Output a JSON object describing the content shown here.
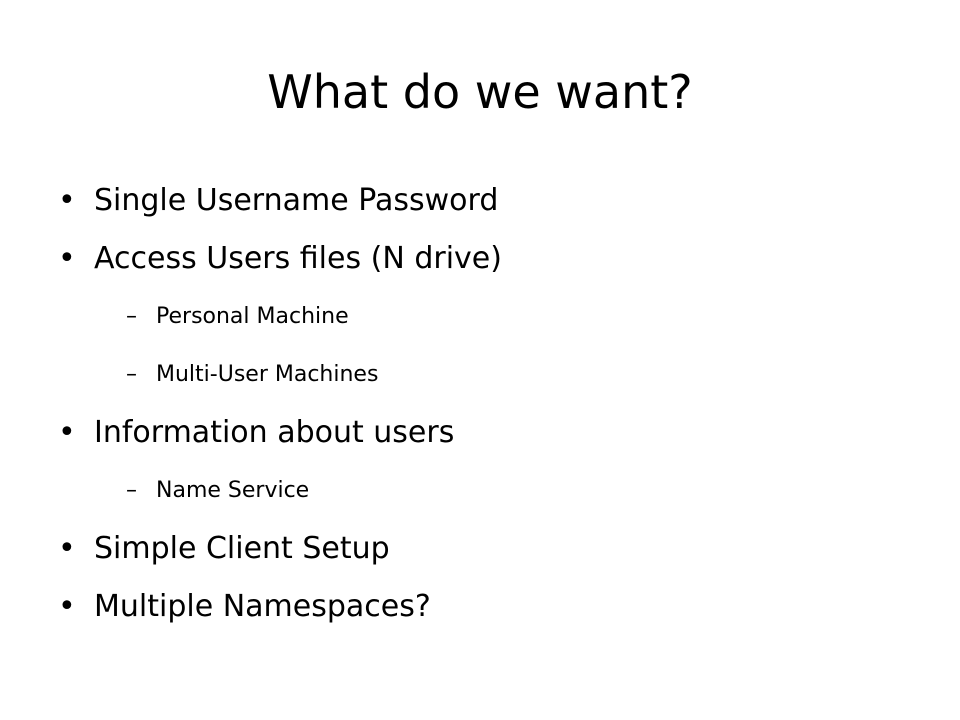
{
  "slide": {
    "title": "What do we want?",
    "bullet_glyph": "•",
    "sub_bullet_glyph": "–",
    "items": [
      {
        "level": 1,
        "text": "Single Username Password"
      },
      {
        "level": 1,
        "text": "Access Users files (N drive)"
      },
      {
        "level": 2,
        "text": "Personal Machine"
      },
      {
        "level": 2,
        "text": "Multi-User Machines"
      },
      {
        "level": 1,
        "text": "Information about users"
      },
      {
        "level": 2,
        "text": "Name Service"
      },
      {
        "level": 1,
        "text": "Simple Client Setup"
      },
      {
        "level": 1,
        "text": "Multiple Namespaces?"
      }
    ]
  }
}
